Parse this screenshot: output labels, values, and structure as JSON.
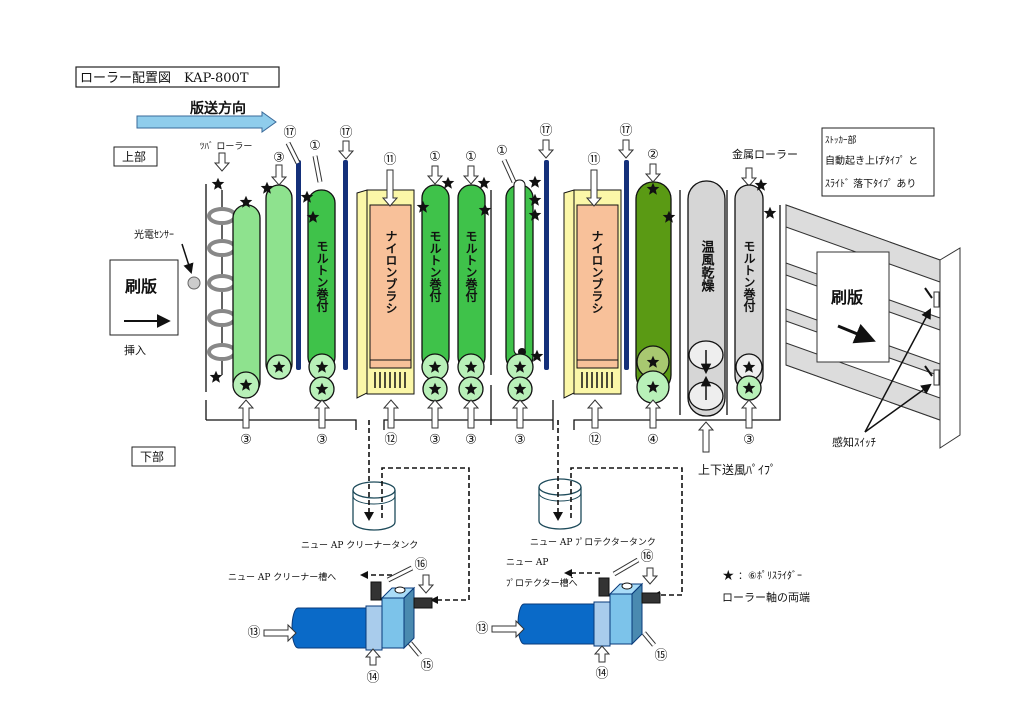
{
  "title": "ローラー配置図　KAP-800T",
  "direction_label": "版送方向",
  "upper_label": "上部",
  "lower_label": "下部",
  "tsuba_roller_label": "ﾂﾊﾞ ローラー",
  "photo_sensor_label": "光電ｾﾝｻｰ",
  "plate_label": "刷版",
  "insert_label": "挿入",
  "metal_roller_label": "金属ローラー",
  "stacker_note": [
    "ｽﾄｯｶｰ部",
    "自動起き上げﾀｲﾌﾟ と",
    "ｽﾗｲﾄﾞ 落下ﾀｲﾌﾟ あり"
  ],
  "stacker_plate_label": "刷版",
  "sensor_switch_label": "感知ｽｲｯﾁ",
  "air_pipe_label": "上下送風ﾊﾟｲﾌﾟ",
  "rollers": {
    "molton_text": "モルトン巻付",
    "nylon_brush_text": "ナイロンブラシ",
    "warm_air_text": "温風乾燥"
  },
  "top_numbers": {
    "n3": "③",
    "n17a": "⑰",
    "n1a": "①",
    "n17b": "⑰",
    "n11a": "⑪",
    "n1b": "①",
    "n1c": "①",
    "n1d": "①",
    "n17c": "⑰",
    "n11b": "⑪",
    "n17d": "⑰",
    "n2": "②"
  },
  "bottom_numbers": {
    "b1": "③",
    "b2": "③",
    "b3": "⑫",
    "b4": "③",
    "b5": "③",
    "b6": "③",
    "b7": "⑫",
    "b8": "④",
    "b9": "③"
  },
  "cleaner": {
    "tank_label": "ニュー AP クリーナータンク",
    "dest_label": "ニュー AP クリーナー槽へ",
    "n13": "⑬",
    "n14": "⑭",
    "n15": "⑮",
    "n16": "⑯"
  },
  "protector": {
    "tank_label": "ニュー AP ﾌﾟロテクタータンク",
    "dest_label_1": "ニュー AP",
    "dest_label_2": "ﾌﾟロテクター槽へ",
    "n13": "⑬",
    "n14": "⑭",
    "n15": "⑮",
    "n16": "⑯"
  },
  "legend": {
    "star": "★",
    "line1": "：⑥ﾎﾟﾘｽﾗｲﾀﾞｰ",
    "line2": "ローラー軸の両端"
  },
  "colors": {
    "roller_light_green": "#8ee28e",
    "roller_green": "#3fc24a",
    "roller_dark_green": "#5a9a14",
    "roller_pale_green": "#b8f0b8",
    "roller_gray": "#d6d6d6",
    "brush_orange": "#f8c19a",
    "brush_frame_yellow": "#fbf7a8",
    "bar_navy": "#14307a",
    "arrow_blue": "#8fcdec",
    "pump_blue": "#0a6ac8",
    "pump_box": "#7cc3ea"
  }
}
